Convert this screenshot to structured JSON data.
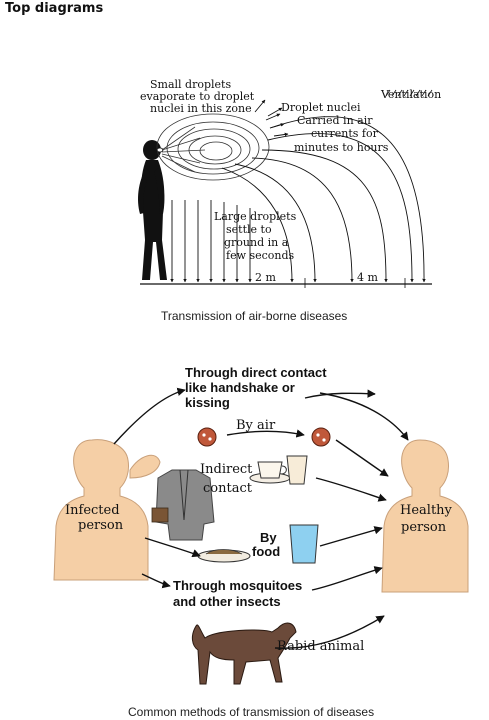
{
  "page": {
    "heading": "Top diagrams"
  },
  "airborne": {
    "caption": "Transmission of air-borne diseases",
    "label_small_1": "Small droplets",
    "label_small_2": "evaporate to droplet",
    "label_small_3": "nuclei in this zone",
    "label_vent": "Ventilation",
    "label_nuclei_1": "Droplet nuclei",
    "label_nuclei_2": "Carried in air",
    "label_nuclei_3": "currents for",
    "label_nuclei_4": "minutes to hours",
    "label_large_1": "Large droplets",
    "label_large_2": "settle to",
    "label_large_3": "ground in a",
    "label_large_4": "few seconds",
    "dist_2m": "2 m",
    "dist_4m": "4 m"
  },
  "methods": {
    "caption": "Common methods of transmission of diseases",
    "direct_1": "Through direct contact",
    "direct_2": "like handshake or",
    "direct_3": "kissing",
    "by_air": "By air",
    "indirect_1": "Indirect",
    "indirect_2": "contact",
    "infected_1": "Infected",
    "infected_2": "person",
    "healthy_1": "Healthy",
    "healthy_2": "person",
    "food_1": "By",
    "food_2": "food",
    "mosq_1": "Through mosquitoes",
    "mosq_2": "and other insects",
    "rabid": "Rabid animal"
  },
  "colors": {
    "skin": "#f5cfa6",
    "skin_stroke": "#c9a07a",
    "ink": "#111111",
    "coat": "#8a8a8a",
    "dog": "#6b4a3a",
    "germ": "#c0583a",
    "water": "#8ed0f0"
  }
}
